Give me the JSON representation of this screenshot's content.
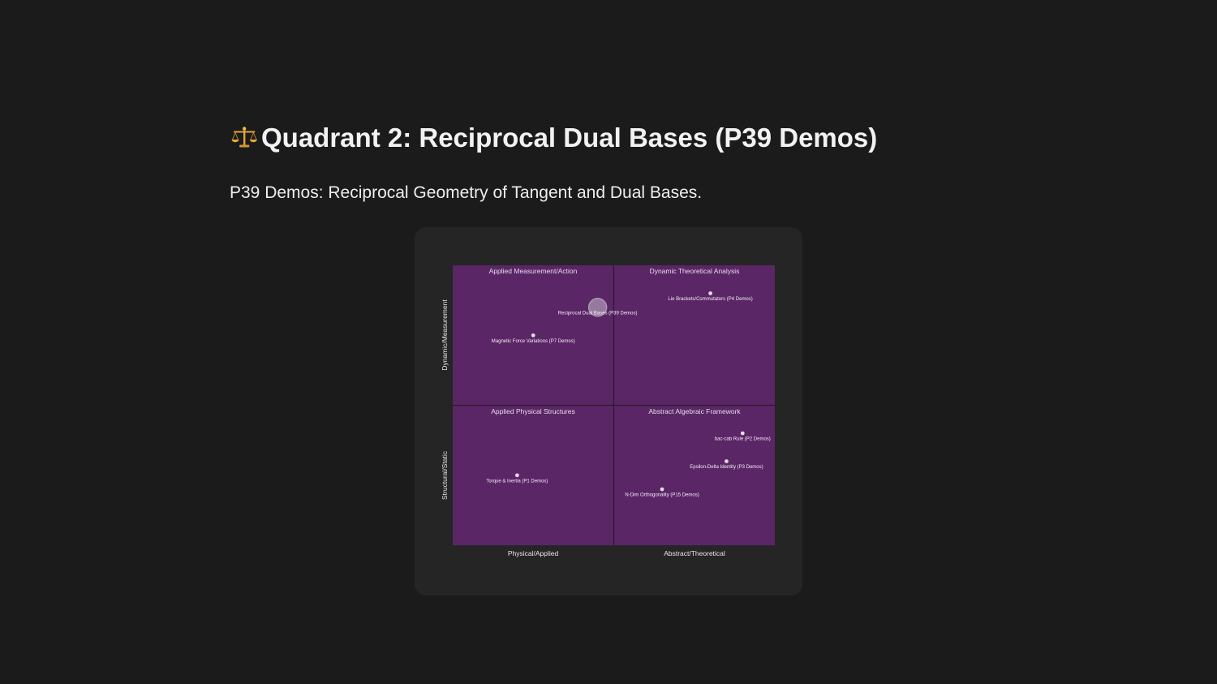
{
  "header": {
    "icon": "balance-scale-icon",
    "title": "Quadrant 2: Reciprocal Dual Bases (P39 Demos)",
    "subtitle": "P39 Demos: Reciprocal Geometry of Tangent and Dual Bases."
  },
  "colors": {
    "background": "#1b1b1b",
    "card": "#252525",
    "quadrant_fill": "#5a2666",
    "point": "#e3d9e8"
  },
  "chart_data": {
    "type": "scatter",
    "title": "",
    "xlim": [
      0,
      1
    ],
    "ylim": [
      0,
      1
    ],
    "x_axis_labels": [
      "Physical/Applied",
      "Abstract/Theoretical"
    ],
    "y_axis_labels": [
      "Structural/Static",
      "Dynamic/Measurement"
    ],
    "quadrants": [
      {
        "position": "top-left",
        "label": "Applied Measurement/Action"
      },
      {
        "position": "top-right",
        "label": "Dynamic Theoretical Analysis"
      },
      {
        "position": "bottom-left",
        "label": "Applied Physical Structures"
      },
      {
        "position": "bottom-right",
        "label": "Abstract Algebraic Framework"
      }
    ],
    "points": [
      {
        "label": "Reciprocal Dual Bases (P39 Demos)",
        "x": 0.45,
        "y": 0.85,
        "highlight": true
      },
      {
        "label": "Lie Brackets/Commutators (P4 Demos)",
        "x": 0.8,
        "y": 0.9,
        "highlight": false
      },
      {
        "label": "Magnetic Force Variations (P7 Demos)",
        "x": 0.25,
        "y": 0.75,
        "highlight": false
      },
      {
        "label": "Torque & Inertia (P1 Demos)",
        "x": 0.2,
        "y": 0.25,
        "highlight": false
      },
      {
        "label": "bac-cab Rule (P2 Demos)",
        "x": 0.9,
        "y": 0.4,
        "highlight": false
      },
      {
        "label": "Epsilon-Delta Identity (P3 Demos)",
        "x": 0.85,
        "y": 0.3,
        "highlight": false
      },
      {
        "label": "N-Dim Orthogonality (P15 Demos)",
        "x": 0.65,
        "y": 0.2,
        "highlight": false
      }
    ]
  }
}
